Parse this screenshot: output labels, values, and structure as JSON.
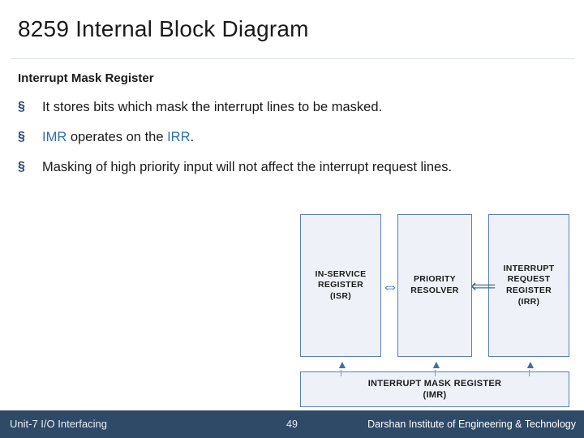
{
  "slide": {
    "title": "8259 Internal Block Diagram",
    "subhead": "Interrupt Mask Register",
    "bullets": [
      {
        "marker": "§",
        "text": "It stores bits which mask the interrupt lines to be masked."
      },
      {
        "marker": "§",
        "pre": "IMR",
        "mid": " operates on the ",
        "post": "IRR",
        "end": "."
      },
      {
        "marker": "§",
        "text": "Masking of high priority input will not affect the interrupt request lines."
      }
    ],
    "diagram": {
      "isr": [
        "IN-SERVICE",
        "REGISTER",
        "(ISR)"
      ],
      "priority_resolver": [
        "PRIORITY",
        "RESOLVER"
      ],
      "irr": [
        "INTERRUPT",
        "REQUEST",
        "REGISTER",
        "(IRR)"
      ],
      "imr": [
        "INTERRUPT MASK REGISTER",
        "(IMR)"
      ],
      "arrow_isr_pr": "⇔",
      "arrow_pr_irr": "⟸",
      "arrow_up": "▲"
    },
    "footer": {
      "left": "Unit-7 I/O Interfacing",
      "page": "49",
      "right": "Darshan Institute of Engineering & Technology"
    },
    "colors": {
      "accent": "#2f6fa8",
      "footer_bg": "#2e4a66",
      "box_fill": "#eef2f8",
      "box_border": "#5b80b0"
    }
  }
}
